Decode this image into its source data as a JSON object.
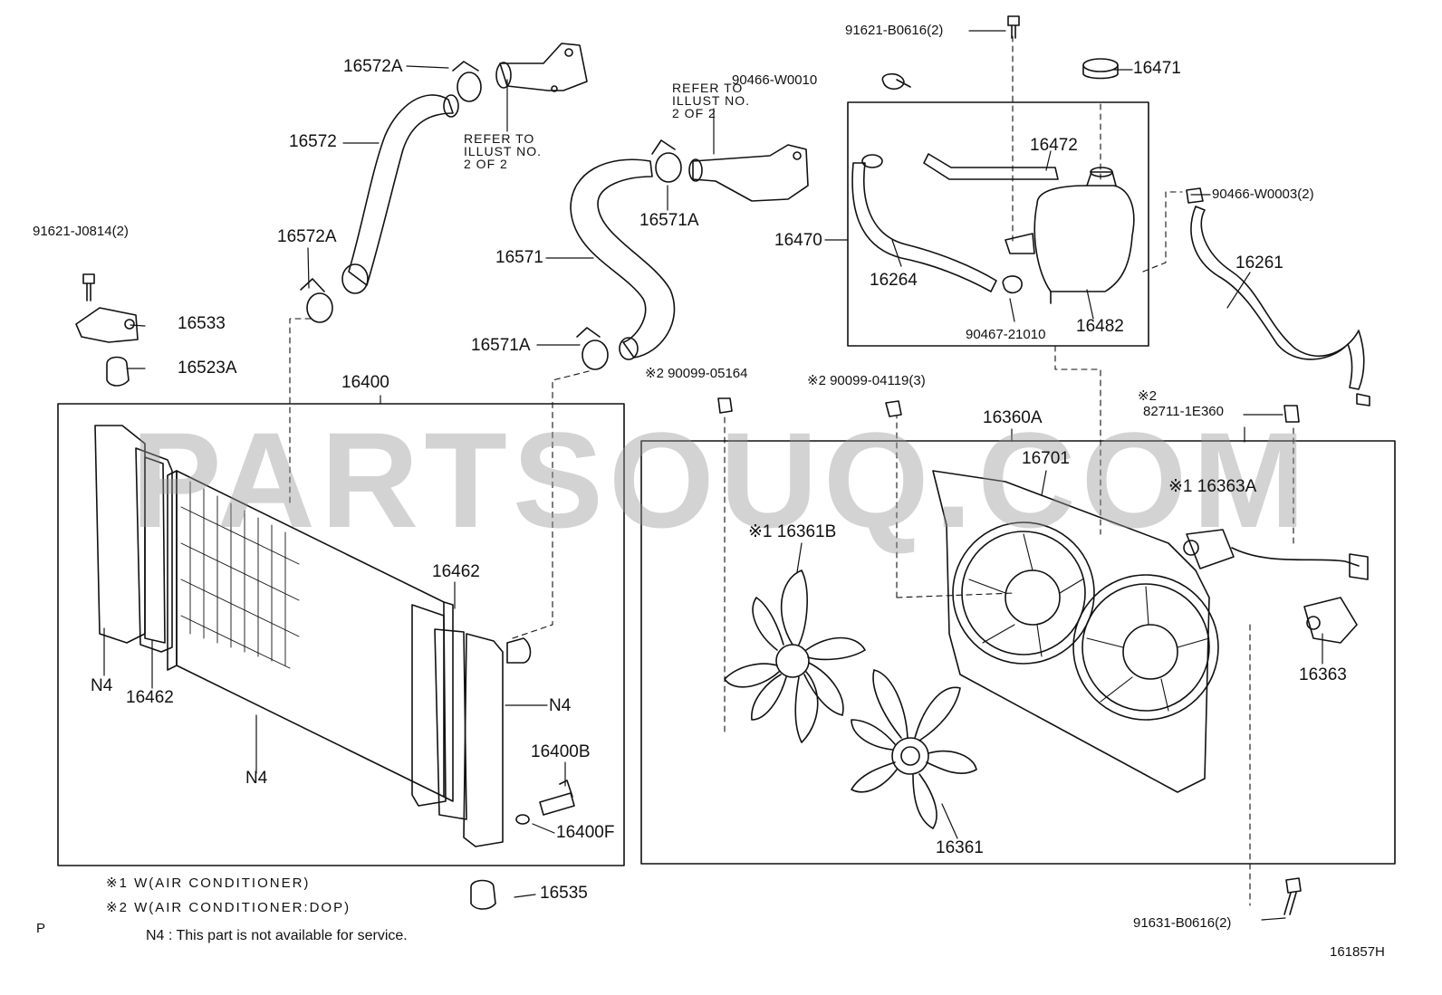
{
  "watermark": "PARTSOUQ.COM",
  "labels": {
    "p16572A_top": "16572A",
    "p16572": "16572",
    "p16572A_mid": "16572A",
    "refer1": "REFER TO\nILLUST NO.\n2 OF 2",
    "refer2": "REFER TO\nILLUST NO.\n2 OF 2",
    "p91621J0814": "91621-J0814(2)",
    "p16533": "16533",
    "p16523A": "16523A",
    "p16571A_top": "16571A",
    "p16571": "16571",
    "p16571A_low": "16571A",
    "p91621B0616": "91621-B0616(2)",
    "p90466W0010": "90466-W0010",
    "p16471": "16471",
    "p16472": "16472",
    "p16470": "16470",
    "p16264": "16264",
    "p90467_21010": "90467-21010",
    "p16482": "16482",
    "p90466W0003": "90466-W0003(2)",
    "p16261": "16261",
    "p16400": "16400",
    "p90099_05164": "※2 90099-05164",
    "p90099_04119": "※2 90099-04119(3)",
    "p82711_mark": "※2",
    "p82711": "82711-1E360",
    "p16360A": "16360A",
    "p16701": "16701",
    "p16363A": "※1 16363A",
    "p16361B": "※1 16361B",
    "p16462_right": "16462",
    "p16462_left": "16462",
    "N4_left": "N4",
    "N4_right": "N4",
    "N4_bottom": "N4",
    "p16363": "16363",
    "p16400B": "16400B",
    "p16400F": "16400F",
    "p16361": "16361",
    "p16535": "16535",
    "p91631B0616": "91631-B0616(2)",
    "page_code": "P",
    "diagram_id": "161857H"
  },
  "notes": {
    "note1": "※1  W(AIR CONDITIONER)",
    "note2": "※2  W(AIR CONDITIONER:DOP)",
    "note3": "N4 : This part is not available for service."
  }
}
